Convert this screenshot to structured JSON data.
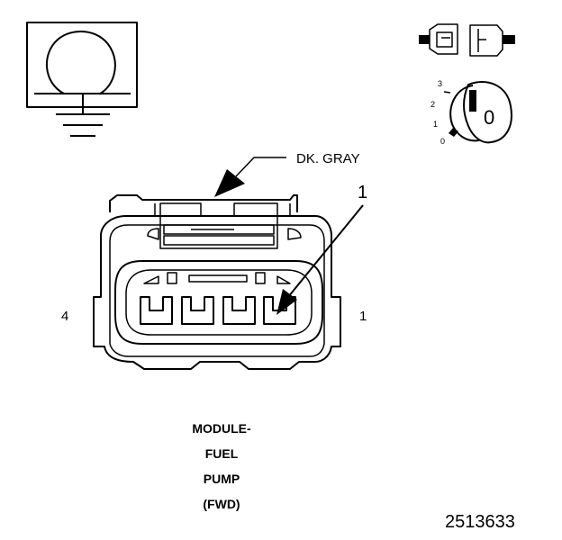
{
  "wire_color_label": "DK. GRAY",
  "pin_callout": "1",
  "pin_left_label": "4",
  "pin_right_label": "1",
  "caption_lines": [
    "MODULE-",
    "FUEL",
    "PUMP",
    "(FWD)"
  ],
  "figure_id": "2513633",
  "ignition_positions": [
    "3",
    "2",
    "1",
    "0"
  ],
  "ignition_key_label": "0",
  "icons": {
    "ohmmeter": "ohm-symbol-icon",
    "ground": "ground-icon",
    "connector_disconnected": "connector-disconnected-icon",
    "ignition": "ignition-key-icon"
  }
}
